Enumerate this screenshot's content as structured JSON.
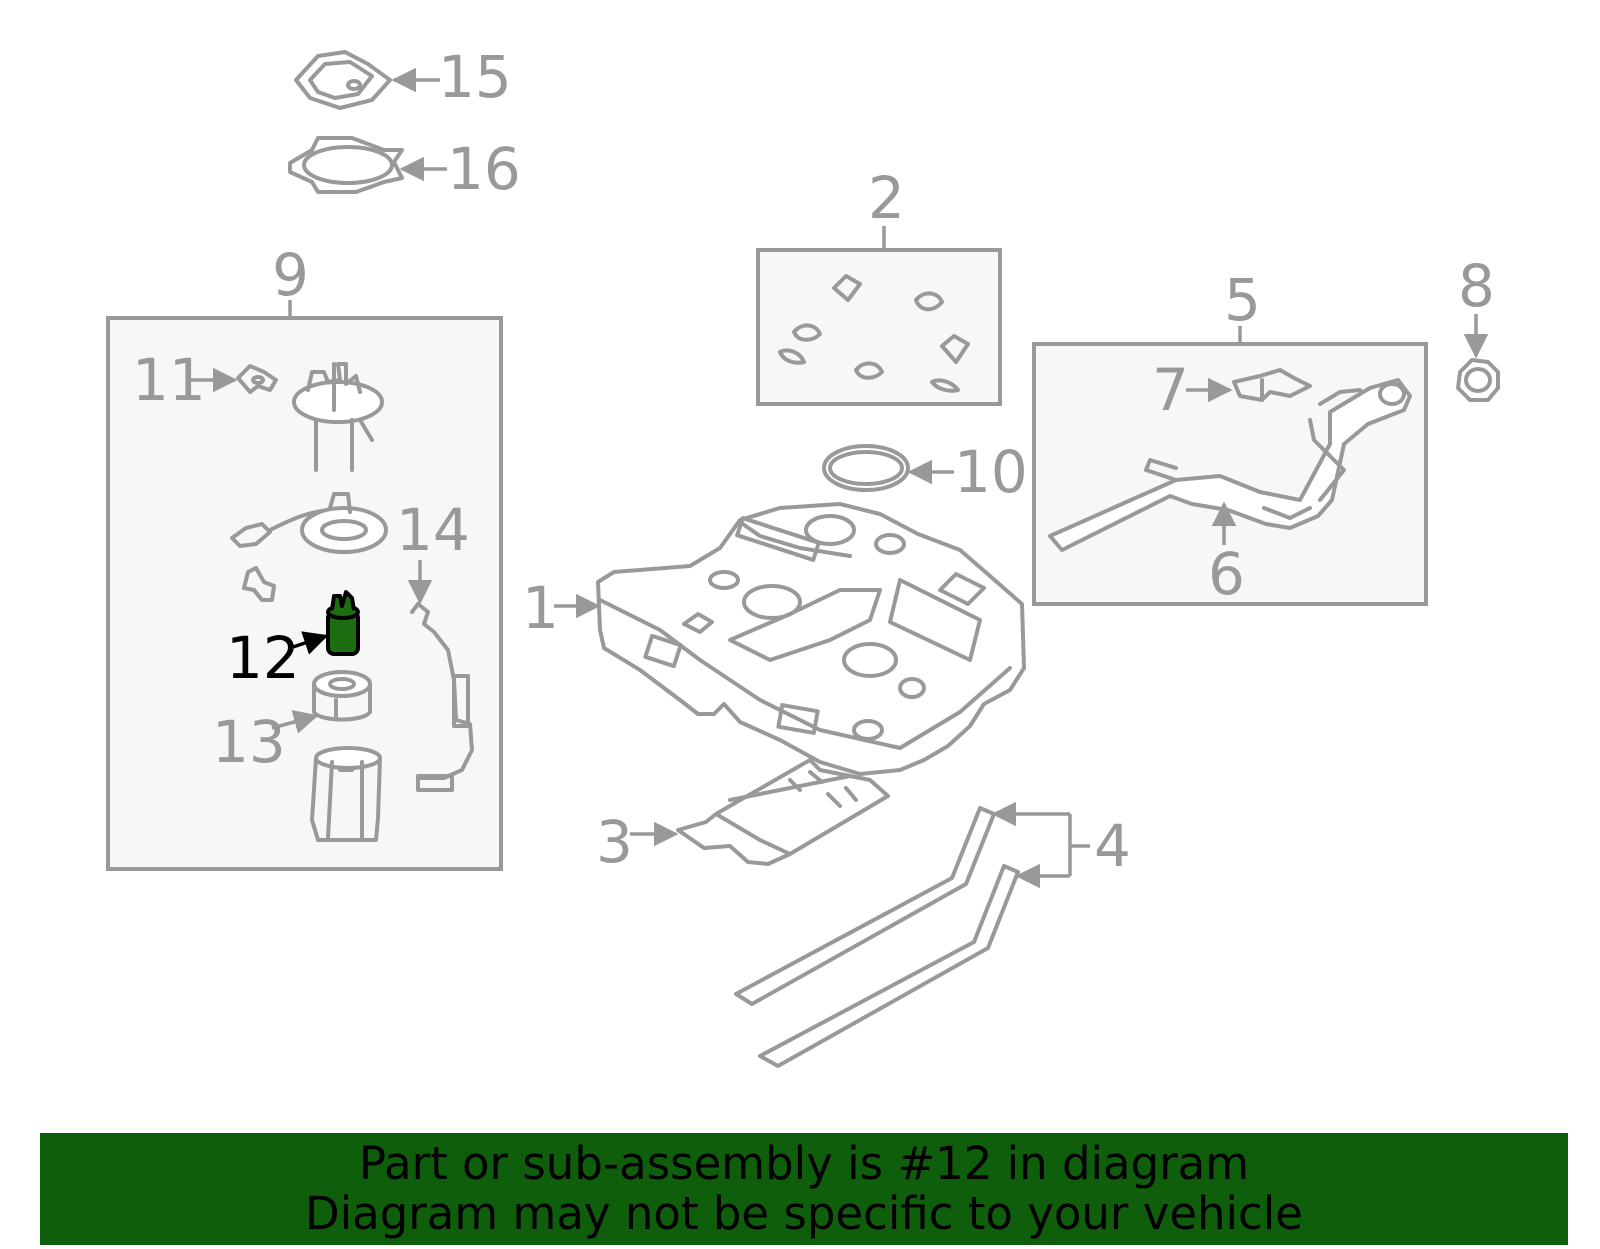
{
  "diagram": {
    "callouts": {
      "c1": "1",
      "c2": "2",
      "c3": "3",
      "c4": "4",
      "c5": "5",
      "c6": "6",
      "c7": "7",
      "c8": "8",
      "c9": "9",
      "c10": "10",
      "c11": "11",
      "c12": "12",
      "c13": "13",
      "c14": "14",
      "c15": "15",
      "c16": "16"
    },
    "highlighted_part": "12",
    "colors": {
      "line": "#999999",
      "highlight_fill": "#1d6e12",
      "highlight_label": "#000000",
      "box_fill": "#f7f7f7",
      "banner_bg": "#0f5e0c"
    }
  },
  "banner": {
    "line1": "Part or sub-assembly is #12 in diagram",
    "line2": "Diagram may not be specific to your vehicle"
  }
}
